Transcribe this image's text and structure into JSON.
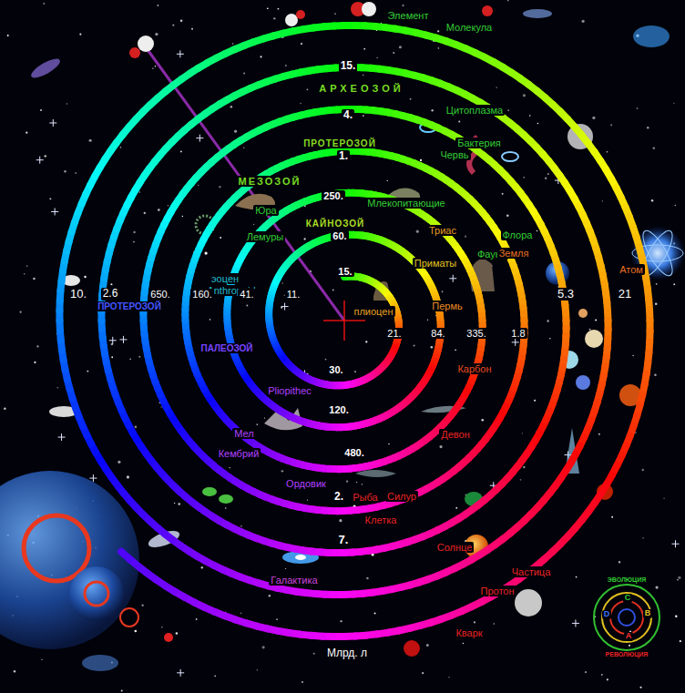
{
  "diagram": {
    "labels": [
      "Элемент",
      "Молекула",
      "15.",
      "АРХЕОЗОЙ",
      "4.",
      "Цитоплазма",
      "Бактерия",
      "ПРОТЕРОЗОЙ",
      "1.",
      "Червь",
      "МЕЗОЗОЙ",
      "250.",
      "Млекопитающие",
      "Юра",
      "Флора",
      "Триас",
      "Лемуры",
      "КАЙНОЗОЙ",
      "60.",
      "Фауна",
      "Приматы",
      "эоцен",
      "Anthropoid",
      "15.",
      "Пермь",
      "плиоцен",
      "Земля",
      "Атом",
      "10.",
      "2.6",
      "650.",
      "160.",
      "41.",
      "11.",
      "21.",
      "84.",
      "335.",
      "1.8",
      "5.3",
      "21",
      "ПРОТЕРОЗОЙ",
      "ПАЛЕОЗОЙ",
      "Pliopithec",
      "30.",
      "Карбон",
      "Мел",
      "Девон",
      "120.",
      "Кембрий",
      "480.",
      "Ордовик",
      "Рыба",
      "Силур",
      "2.",
      "Клетка",
      "Солнце",
      "Галактика",
      "7.",
      "Частица",
      "Протон",
      "Кварк",
      "Млрд. л",
      "ЭВОЛЮЦИЯ",
      "РЕВОЛЮЦИЯ",
      "A",
      "B",
      "C",
      "D"
    ]
  }
}
